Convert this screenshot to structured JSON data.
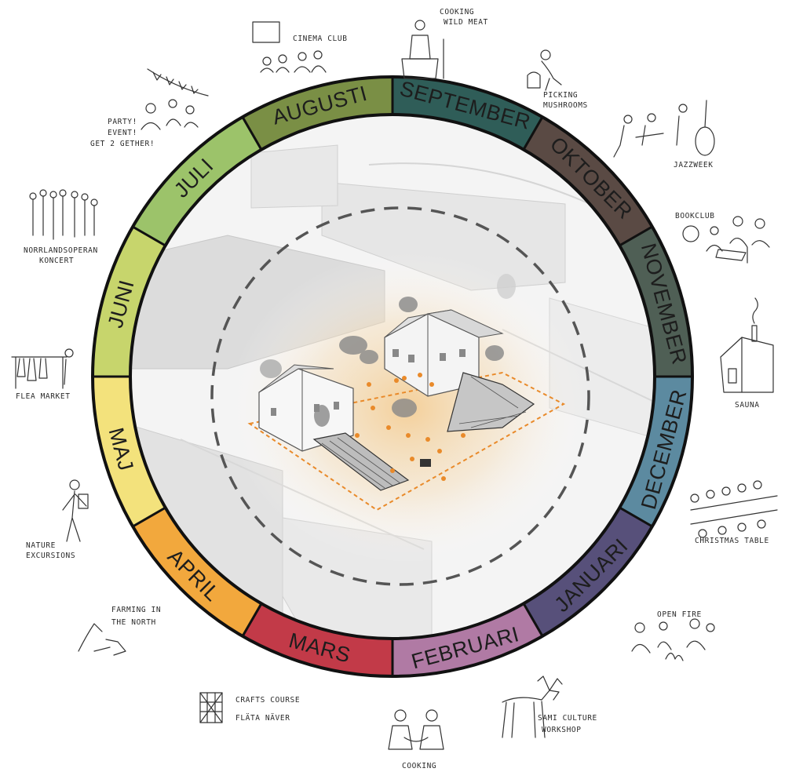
{
  "months": [
    {
      "name": "SEPTEMBER",
      "color": "#2f5d58"
    },
    {
      "name": "OKTOBER",
      "color": "#5a4a44"
    },
    {
      "name": "NOVEMBER",
      "color": "#4f5f55"
    },
    {
      "name": "DECEMBER",
      "color": "#5c8aa0"
    },
    {
      "name": "JANUARI",
      "color": "#57507a"
    },
    {
      "name": "FEBRUARI",
      "color": "#b07aa4"
    },
    {
      "name": "MARS",
      "color": "#c23a48"
    },
    {
      "name": "APRIL",
      "color": "#f2a83d"
    },
    {
      "name": "MAJ",
      "color": "#f3e27c"
    },
    {
      "name": "JUNI",
      "color": "#c7d56c"
    },
    {
      "name": "JULI",
      "color": "#9cc36a"
    },
    {
      "name": "AUGUSTI",
      "color": "#7a8f45"
    }
  ],
  "activities": {
    "cooking_wild_meat": [
      "COOKING",
      "WILD MEAT"
    ],
    "cinema_club": [
      "CINEMA CLUB"
    ],
    "party": [
      "PARTY!",
      "EVENT!",
      "GET 2 GETHER!"
    ],
    "picking_mushrooms": [
      "PICKING",
      "MUSHROOMS"
    ],
    "jazzweek": [
      "JAZZWEEK"
    ],
    "norrlandsoperan": [
      "NORRLANDSOPERAN",
      "KONCERT"
    ],
    "bookclub": [
      "BOOKCLUB"
    ],
    "sauna": [
      "SAUNA"
    ],
    "flea_market": [
      "FLEA MARKET"
    ],
    "christmas_table": [
      "CHRISTMAS TABLE"
    ],
    "nature_excursions": [
      "NATURE",
      "EXCURSIONS"
    ],
    "open_fire": [
      "OPEN FIRE"
    ],
    "farming": [
      "FARMING IN",
      "THE NORTH"
    ],
    "crafts": [
      "CRAFTS COURSE",
      "FLÄTA NÄVER"
    ],
    "sami": [
      "SAMI CULTURE",
      "WORKSHOP"
    ],
    "cooking": [
      "COOKING"
    ]
  },
  "colors": {
    "ring_outline": "#111111",
    "glow": "#f3c98a",
    "site_orange": "#e98a2a"
  }
}
